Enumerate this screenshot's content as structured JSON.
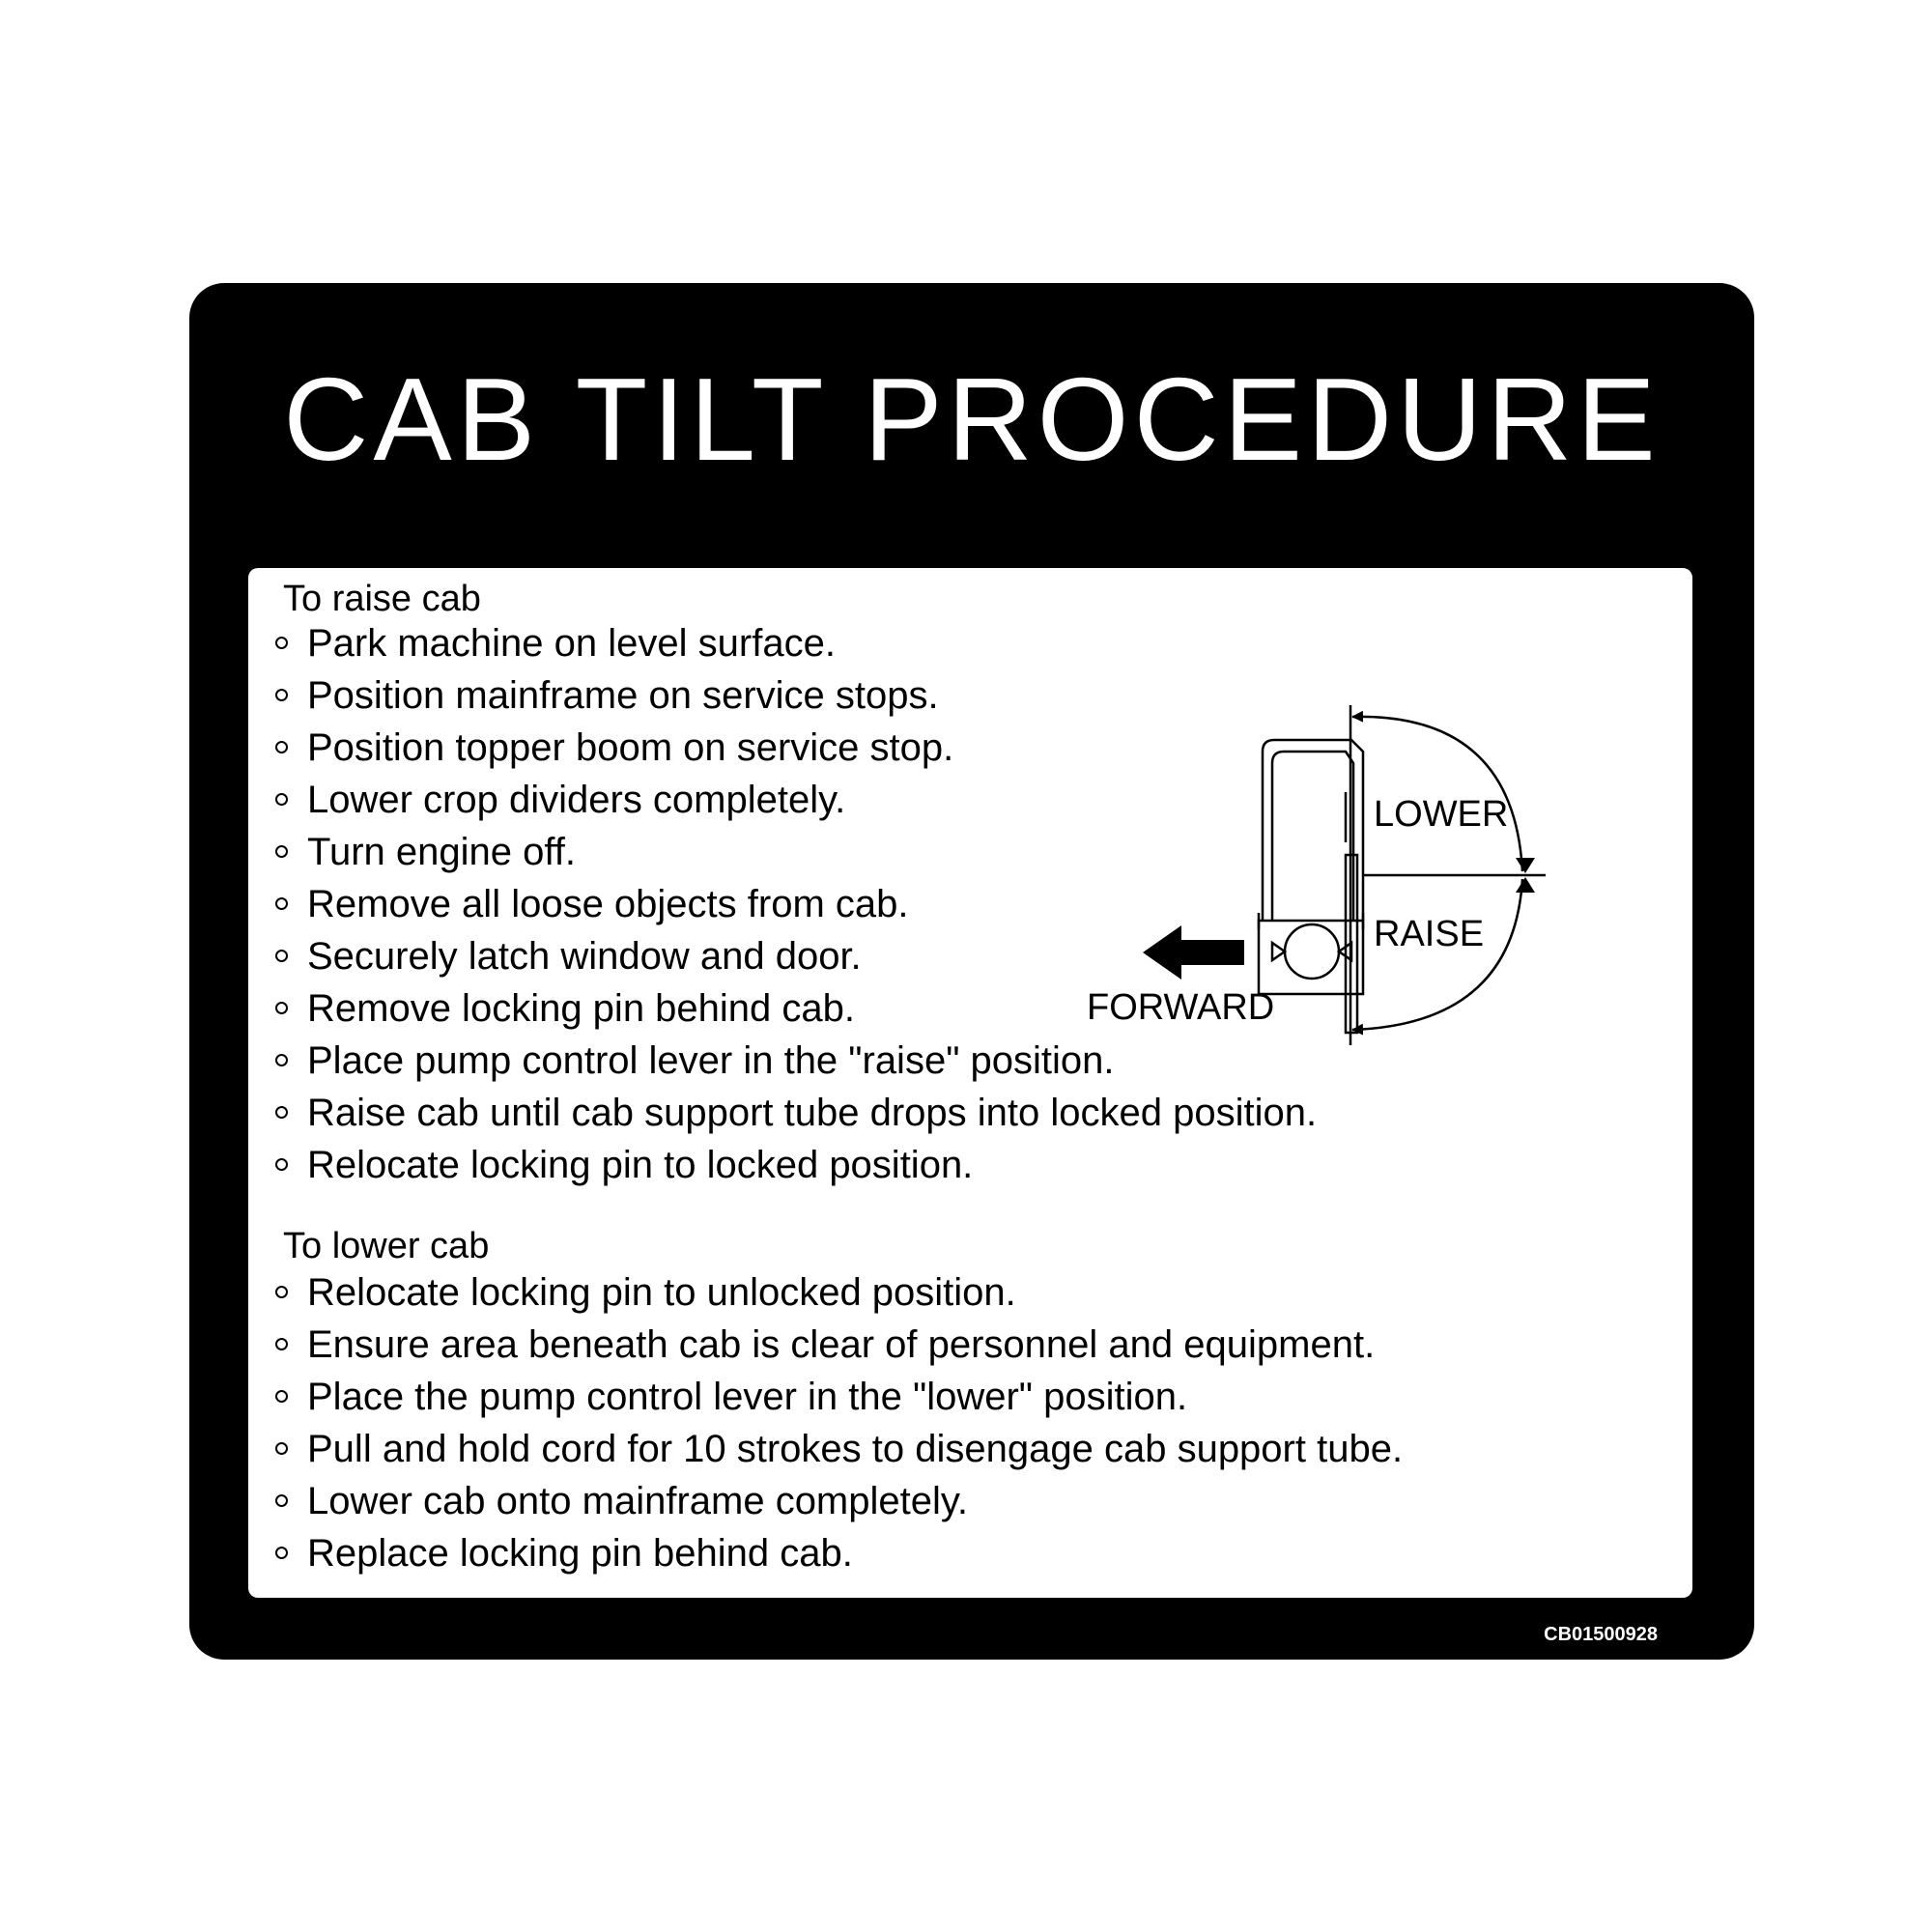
{
  "title": "CAB TILT PROCEDURE",
  "raise_section": {
    "heading": "To raise cab",
    "steps": [
      "Park machine on level surface.",
      "Position mainframe on service stops.",
      "Position topper boom on service stop.",
      "Lower crop dividers completely.",
      "Turn engine off.",
      "Remove all loose objects from cab.",
      "Securely latch window and door.",
      "Remove locking pin behind cab.",
      "Place pump control lever in the \"raise\" position.",
      "Raise cab until cab support tube drops into locked position.",
      "Relocate locking pin to locked position."
    ]
  },
  "lower_section": {
    "heading": "To lower cab",
    "steps": [
      "Relocate locking pin to unlocked position.",
      "Ensure area beneath cab is clear of personnel and equipment.",
      "Place the pump control lever in the \"lower\" position.",
      "Pull and hold cord for 10 strokes to disengage cab support tube.",
      "Lower cab onto mainframe completely.",
      "Replace locking pin behind cab."
    ]
  },
  "diagram": {
    "forward_label": "FORWARD",
    "lower_label": "LOWER",
    "raise_label": "RAISE"
  },
  "part_number": "CB01500928",
  "colors": {
    "decal_background": "#000000",
    "panel_background": "#ffffff",
    "text": "#000000",
    "title_text": "#ffffff"
  }
}
